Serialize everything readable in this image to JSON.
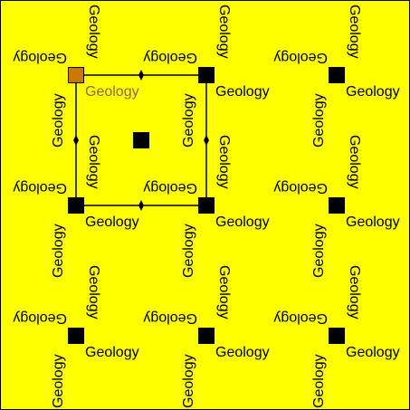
{
  "colors": {
    "background": "#ffff00",
    "square": "#000000",
    "selected_square": "#cc7700",
    "selected_label": "#996633",
    "line": "#000000"
  },
  "label_text": "Geology",
  "selection": {
    "row": 0,
    "col": 0
  },
  "grid": {
    "rows": 3,
    "cols": 3
  },
  "center_marker": true
}
